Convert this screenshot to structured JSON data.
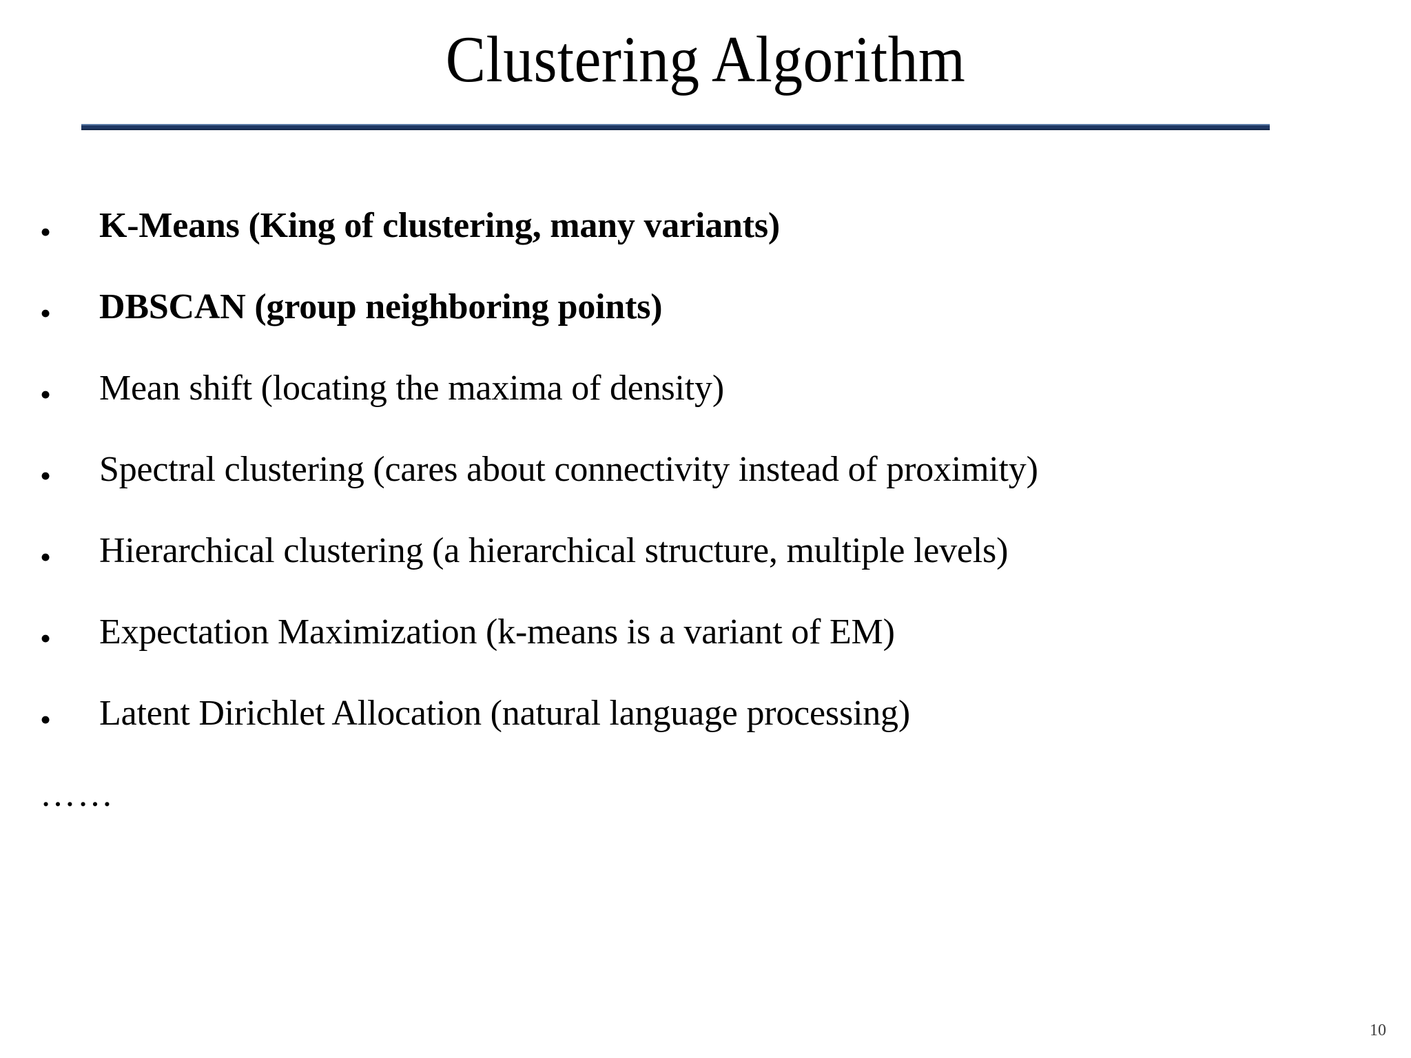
{
  "slide": {
    "title": "Clustering Algorithm",
    "page_number": "10",
    "accent_color": "#1f3864",
    "background_color": "#ffffff",
    "text_color": "#000000",
    "bullet_glyph": "•",
    "bullets": [
      {
        "text": "K-Means (King of clustering, many variants)",
        "bold": true
      },
      {
        "text": "DBSCAN (group neighboring points)",
        "bold": true
      },
      {
        "text": "Mean shift (locating the maxima of density)",
        "bold": false
      },
      {
        "text": "Spectral clustering (cares about connectivity instead of proximity)",
        "bold": false
      },
      {
        "text": "Hierarchical clustering (a hierarchical structure, multiple levels)",
        "bold": false
      },
      {
        "text": "Expectation Maximization (k-means is a variant of EM)",
        "bold": false
      },
      {
        "text": "Latent Dirichlet Allocation (natural language processing)",
        "bold": false
      }
    ],
    "trailing_text": "……"
  }
}
